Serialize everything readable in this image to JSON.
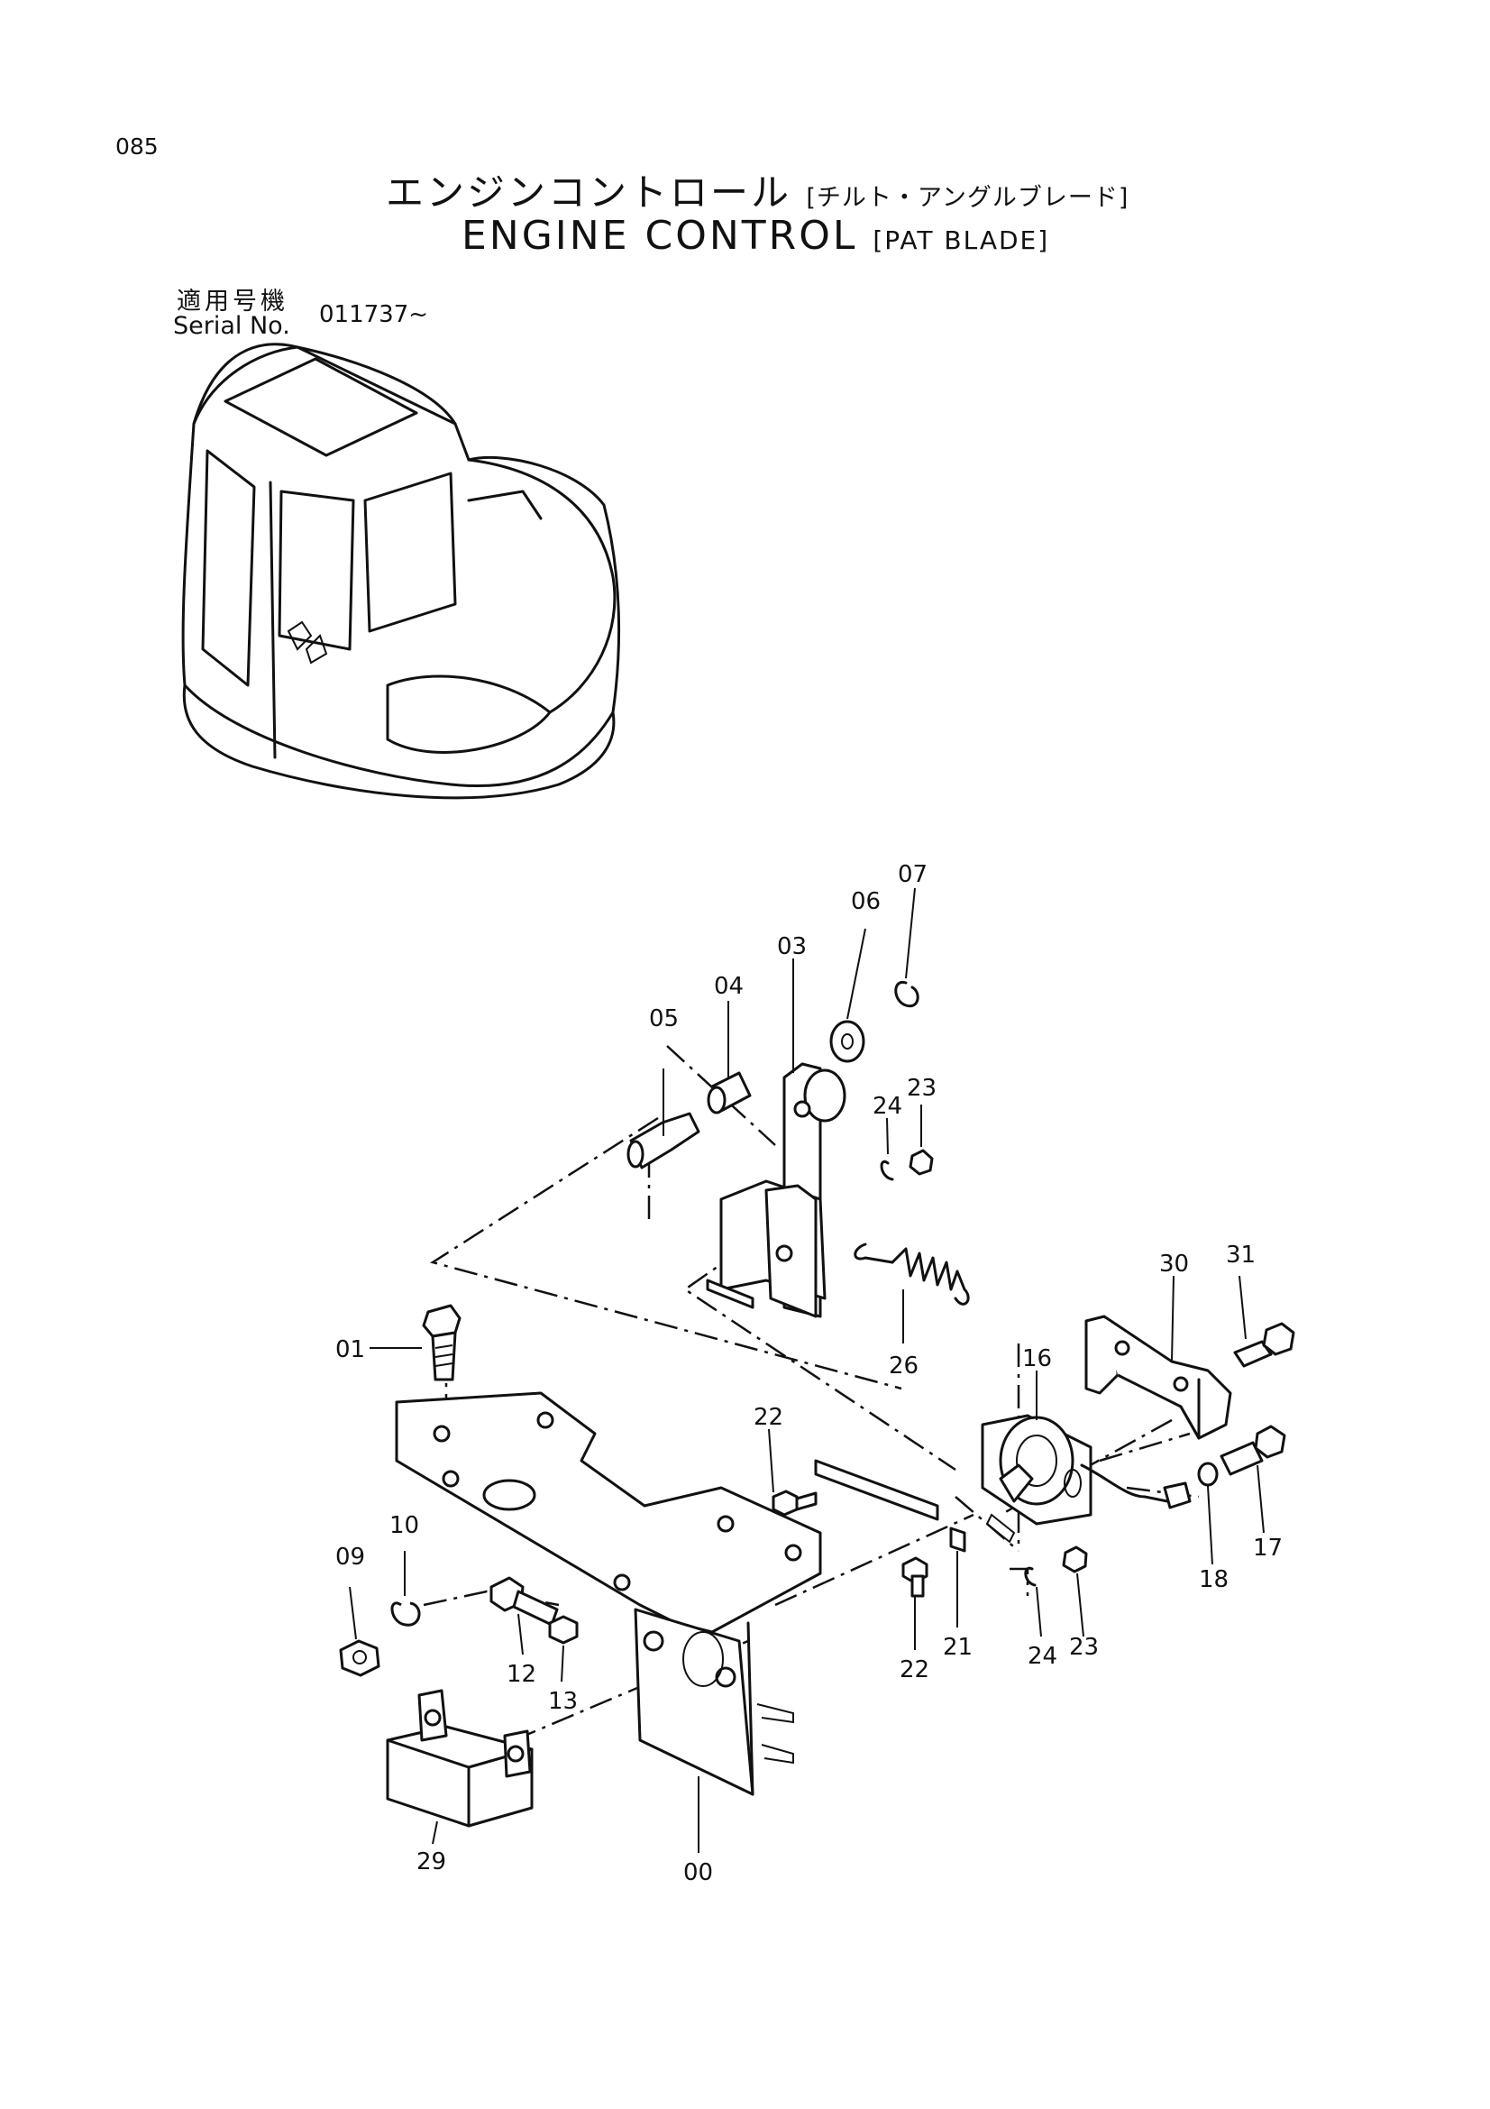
{
  "header": {
    "page_number": "085",
    "title_jp": "エンジンコントロール",
    "title_jp_sub": "[チルト・アングルブレード]",
    "title_en": "ENGINE CONTROL",
    "title_en_sub": "[PAT BLADE]"
  },
  "serial": {
    "label_jp": "適用号機",
    "label_en": "Serial No.",
    "value": "011737~"
  },
  "callouts": [
    "01",
    "03",
    "04",
    "05",
    "06",
    "07",
    "24",
    "23",
    "26",
    "22",
    "16",
    "30",
    "31",
    "17",
    "18",
    "10",
    "09",
    "12",
    "13",
    "22",
    "21",
    "24",
    "23",
    "29",
    "00"
  ]
}
